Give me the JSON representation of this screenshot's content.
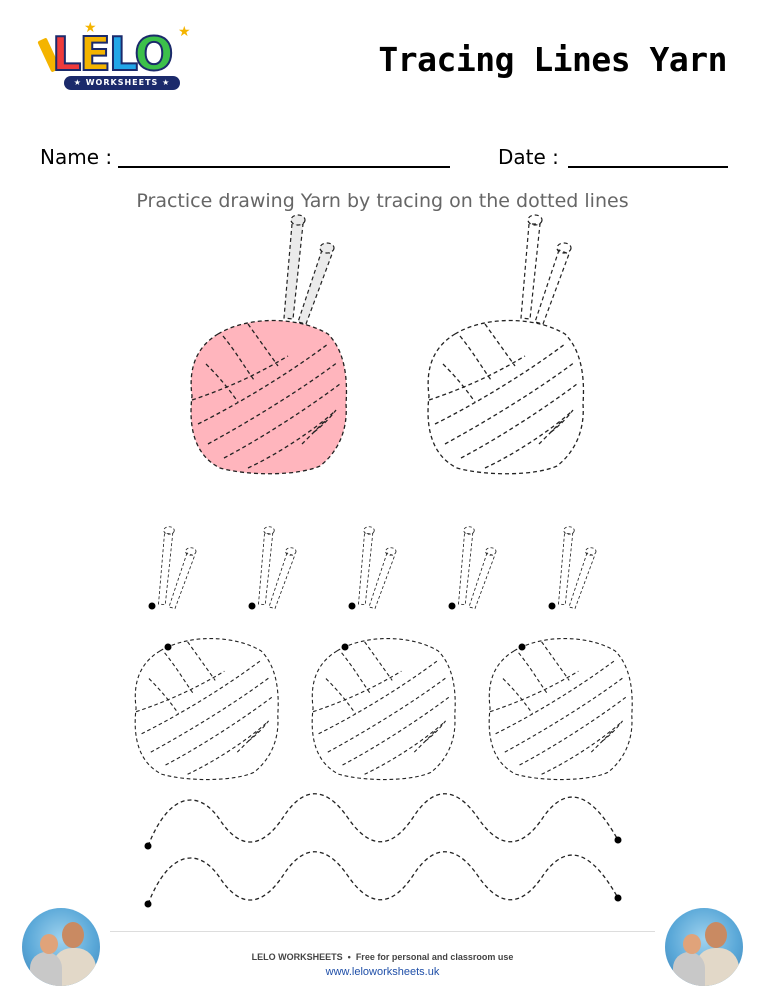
{
  "header": {
    "logo_text": [
      "L",
      "E",
      "L",
      "O"
    ],
    "logo_sub": "WORKSHEETS",
    "title": "Tracing Lines Yarn"
  },
  "fields": {
    "name_label": "Name :",
    "date_label": "Date :"
  },
  "instruction": "Practice drawing Yarn by tracing on the dotted lines",
  "colors": {
    "yarn_fill": "#ffb5bd",
    "needle_fill": "#ebebeb",
    "link": "#1f4fa8"
  },
  "footer": {
    "brand": "LELO WORKSHEETS",
    "separator": "•",
    "license": "Free for personal and classroom use",
    "url": "www.leloworksheets.uk"
  }
}
